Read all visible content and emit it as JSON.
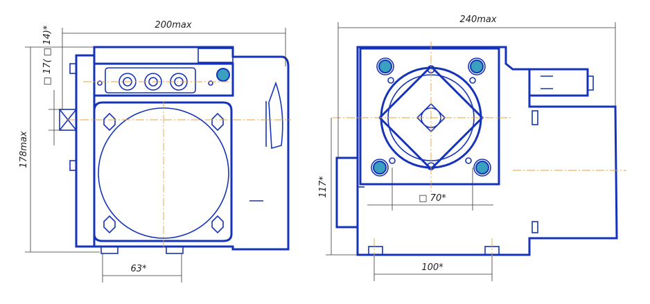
{
  "dimensions": {
    "width_max_left": "200max",
    "height_max_left": "178max",
    "square_small": "□ 17( □ 14)*",
    "bottom_left": "63*",
    "width_max_right": "240max",
    "height_right": "117*",
    "square_right": "□ 70*",
    "bottom_right": "100*"
  },
  "colors": {
    "body": "#1533b8",
    "axis": "#e8a040",
    "dimension": "#333333",
    "highlight": "#3aa0c0"
  }
}
